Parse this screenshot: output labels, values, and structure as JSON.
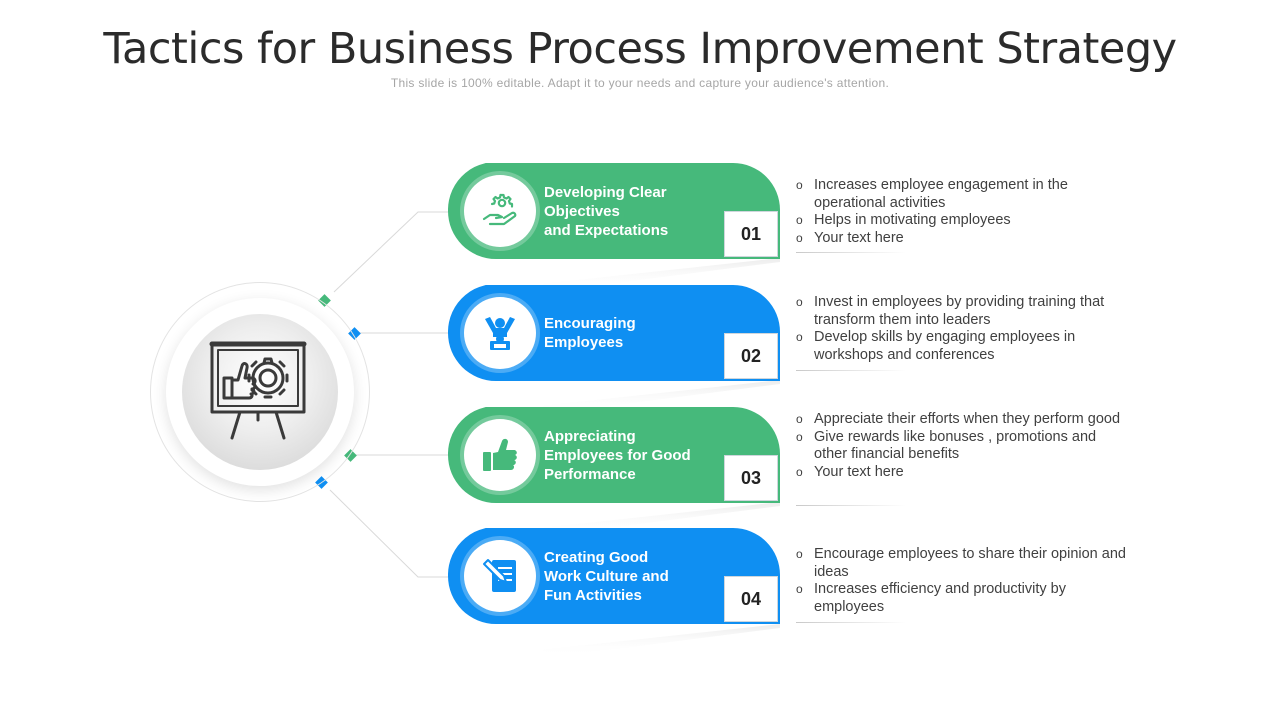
{
  "title": "Tactics for Business Process Improvement Strategy",
  "subtitle": "This slide is 100% editable. Adapt it to your needs and capture your audience's attention.",
  "colors": {
    "green": "#46b97b",
    "blue": "#0f8ff2",
    "text": "#404040",
    "connector": "#d5d5d5"
  },
  "hub": {
    "icon": "presentation-board-gear-thumbs-up-icon"
  },
  "steps": [
    {
      "title": "Developing Clear\nObjectives\nand Expectations",
      "number": "01",
      "color": "green",
      "icon": "hand-gear-icon",
      "bullets": [
        "Increases employee engagement in the operational activities",
        "Helps in motivating employees",
        "Your text here"
      ]
    },
    {
      "title": "Encouraging\nEmployees",
      "number": "02",
      "color": "blue",
      "icon": "cheering-employee-icon",
      "bullets": [
        "Invest in employees by providing training that transform them into leaders",
        "Develop skills by engaging employees in workshops and conferences"
      ]
    },
    {
      "title": "Appreciating\nEmployees for Good\nPerformance",
      "number": "03",
      "color": "green",
      "icon": "thumbs-up-icon",
      "bullets": [
        "Appreciate their efforts when they perform good",
        "Give rewards like bonuses , promotions and other financial benefits",
        "Your text here"
      ]
    },
    {
      "title": "Creating Good\nWork Culture and\nFun Activities",
      "number": "04",
      "color": "blue",
      "icon": "document-pencil-icon",
      "bullets": [
        "Encourage employees to share their opinion and ideas",
        "Increases efficiency and productivity by employees"
      ]
    }
  ]
}
